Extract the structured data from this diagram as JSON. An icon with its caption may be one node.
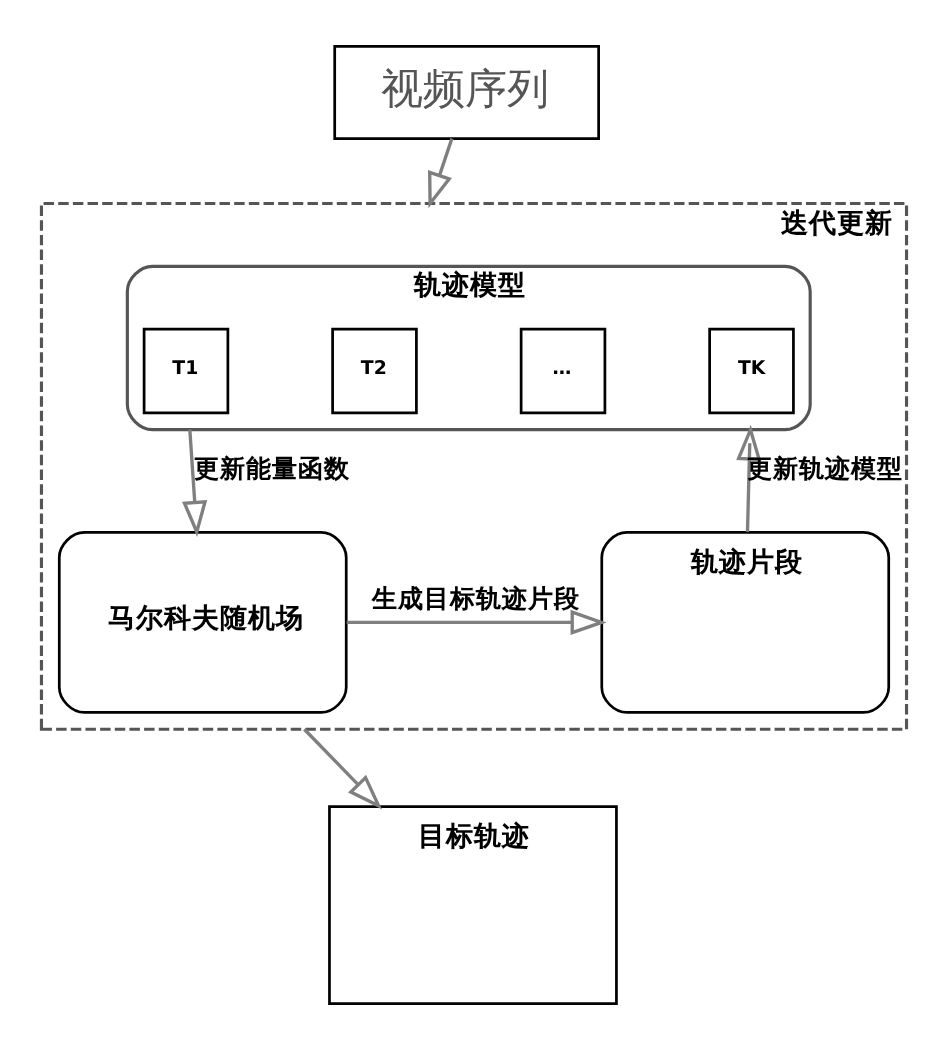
{
  "diagram": {
    "nodes": [
      {
        "text": [
          "视频序列"
        ]
      },
      {
        "text": [
          "迭代更新"
        ]
      },
      {
        "text": [
          "轨迹模型"
        ],
        "in": 1
      },
      {
        "text": [
          "T1"
        ],
        "in": 2
      },
      {
        "text": [
          "T2"
        ],
        "in": 2
      },
      {
        "text": [
          "…"
        ],
        "in": 2
      },
      {
        "text": [
          "TK"
        ],
        "in": 2
      },
      {
        "text": [
          "马尔科夫随机场"
        ],
        "in": 1
      },
      {
        "text": [
          "轨迹片段"
        ],
        "in": 1
      },
      {
        "text": [
          "目标轨迹"
        ]
      }
    ],
    "edges": [
      {
        "from": 0,
        "to": 1,
        "arrow": "to"
      },
      {
        "from": 2,
        "to": 7,
        "arrow": "to",
        "label": "更新能量函数"
      },
      {
        "from": 7,
        "to": 8,
        "arrow": "to",
        "label": "生成目标轨迹片段"
      },
      {
        "from": 8,
        "to": 2,
        "arrow": "to",
        "label": "更新轨迹模型"
      },
      {
        "from": 1,
        "to": 9,
        "arrow": "to"
      }
    ]
  }
}
